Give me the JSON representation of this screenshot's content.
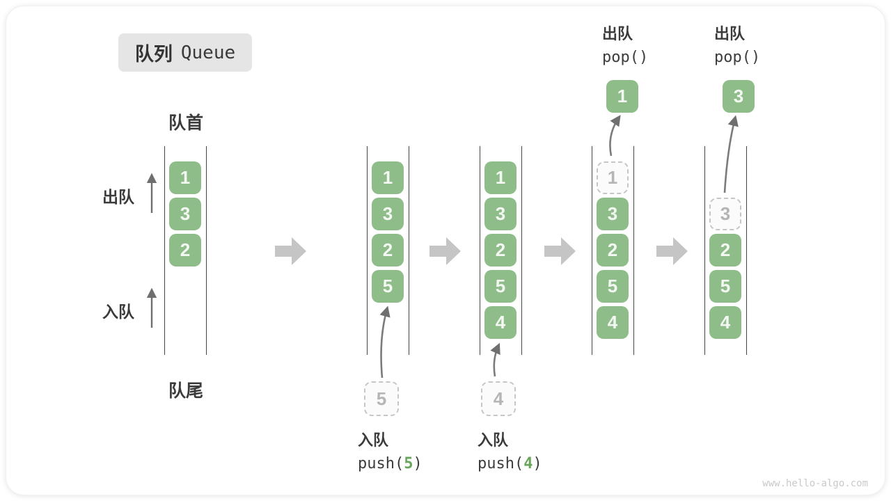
{
  "title": {
    "zh": "队列",
    "en": "Queue"
  },
  "labels": {
    "front": "队首",
    "rear": "队尾",
    "dequeue": "出队",
    "enqueue": "入队"
  },
  "states": {
    "s1": {
      "cells": [
        "1",
        "3",
        "2"
      ]
    },
    "s2": {
      "cells": [
        "1",
        "3",
        "2",
        "5"
      ],
      "pending": "5",
      "op_zh": "入队",
      "op_pre": "push(",
      "op_arg": "5",
      "op_post": ")"
    },
    "s3": {
      "cells": [
        "1",
        "3",
        "2",
        "5",
        "4"
      ],
      "pending": "4",
      "op_zh": "入队",
      "op_pre": "push(",
      "op_arg": "4",
      "op_post": ")"
    },
    "s4": {
      "cells": [
        "3",
        "2",
        "5",
        "4"
      ],
      "removed": "1",
      "popped": "1",
      "op_zh": "出队",
      "op_code": "pop()"
    },
    "s5": {
      "cells": [
        "2",
        "5",
        "4"
      ],
      "removed": "3",
      "popped": "3",
      "op_zh": "出队",
      "op_code": "pop()"
    }
  },
  "watermark": "www.hello-algo.com",
  "colors": {
    "item_green": "#8EBD89",
    "code_green": "#67A55B",
    "step_arrow_gray": "#C5C5C5",
    "thin_arrow_gray": "#7B7B7B",
    "text_dark": "#3B3B3B",
    "dashed_gray": "#C6C6C6",
    "badge_bg": "#E5E5E5",
    "watermark_gray": "#C9C9C9"
  }
}
